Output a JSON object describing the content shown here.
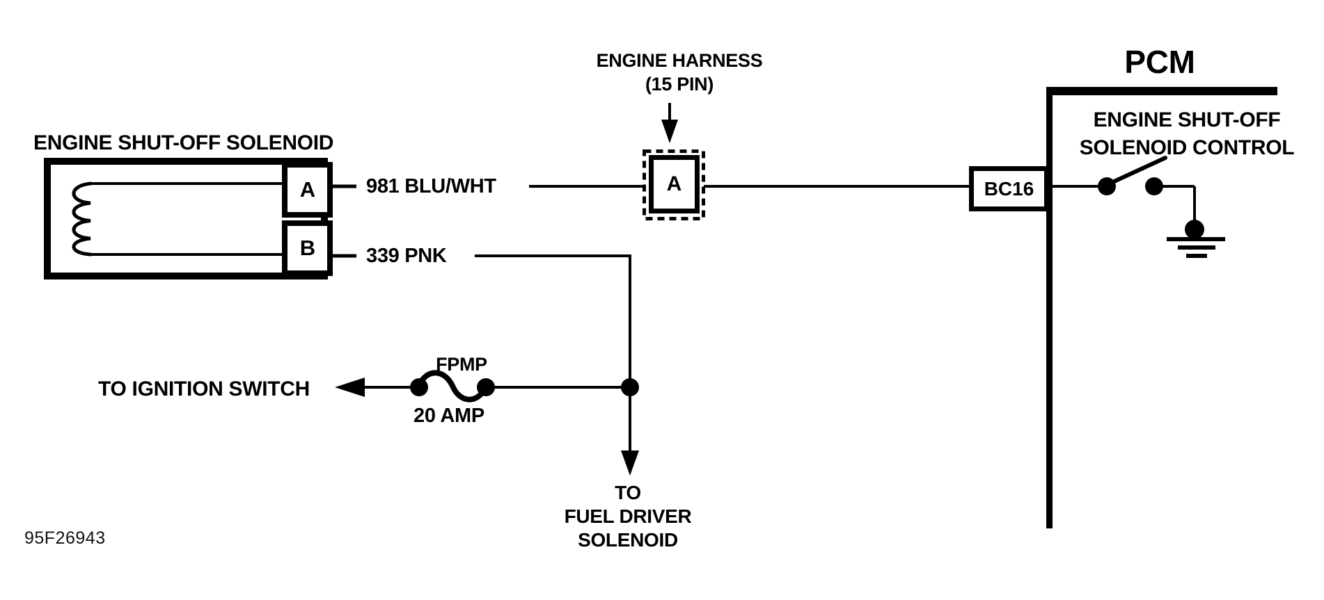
{
  "diagram": {
    "solenoid": {
      "label": "ENGINE SHUT-OFF SOLENOID",
      "pin_a": "A",
      "pin_b": "B"
    },
    "wires": {
      "pin_a_circuit": "981 BLU/WHT",
      "pin_b_circuit": "339 PNK"
    },
    "harness": {
      "label_line1": "ENGINE HARNESS",
      "label_line2": "(15 PIN)",
      "cavity": "A"
    },
    "pcm": {
      "title": "PCM",
      "connector": "BC16",
      "control_line1": "ENGINE SHUT-OFF",
      "control_line2": "SOLENOID CONTROL"
    },
    "fuse": {
      "name": "FPMP",
      "rating": "20 AMP"
    },
    "destinations": {
      "ignition": "TO IGNITION SWITCH",
      "fuel_line1": "TO",
      "fuel_line2": "FUEL DRIVER",
      "fuel_line3": "SOLENOID"
    },
    "doc_number": "95F26943",
    "colors": {
      "ink": "#000000",
      "background": "#ffffff"
    }
  }
}
